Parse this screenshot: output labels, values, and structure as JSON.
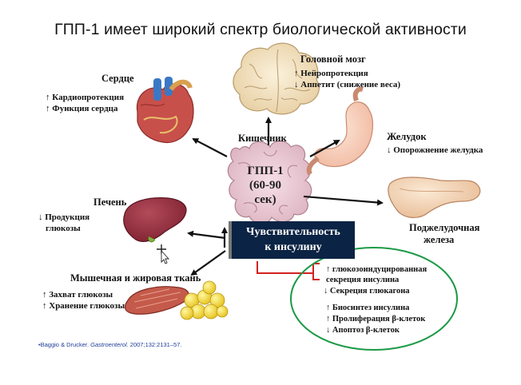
{
  "title": "ГПП-1 имеет широкий спектр биологической активности",
  "center": {
    "label_top": "Кишечник",
    "line1": "ГПП-1",
    "line2": "(60-90",
    "line3": "сек)"
  },
  "organs": {
    "heart": {
      "title": "Сердце",
      "effects": [
        "↑ Кардиопротекция",
        "↑ Функция сердца"
      ]
    },
    "brain": {
      "title": "Головной мозг",
      "effects": [
        "↑ Нейропротекция",
        "↓ Аппетит (снижение веса)"
      ]
    },
    "stomach": {
      "title": "Желудок",
      "effects": [
        "↓ Опорожнение желудка"
      ]
    },
    "liver": {
      "title": "Печень",
      "effects": [
        "↓ Продукция",
        "глюкозы"
      ]
    },
    "pancreas": {
      "title_line1": "Поджелудочная",
      "title_line2": "железа"
    },
    "muscle": {
      "title": "Мышечная и жировая ткань",
      "effects": [
        "↑ Захват глюкозы",
        "↑ Хранение глюкозы"
      ]
    }
  },
  "insulin_sensitivity": {
    "line1": "Чувствительность",
    "line2": "к инсулину"
  },
  "pancreas_effects": {
    "group1": [
      "↑ глюкозоиндуцированная",
      "секреция инсулина",
      "↓ Секреция глюкагона"
    ],
    "group2": [
      "↑ Биосинтез инсулина",
      "↑ Пролиферация β-клеток",
      "↓ Апоптоз β-клеток"
    ]
  },
  "citation": {
    "authors": "•Baggio & Drucker.",
    "journal": "Gastroenterol.",
    "details": "2007;132:2131–57."
  },
  "colors": {
    "box_fill": "#0b2344",
    "ellipse_stroke": "#1c9a47",
    "bracket": "#d42020",
    "arrow": "#111111",
    "citation": "#1f3d99"
  }
}
